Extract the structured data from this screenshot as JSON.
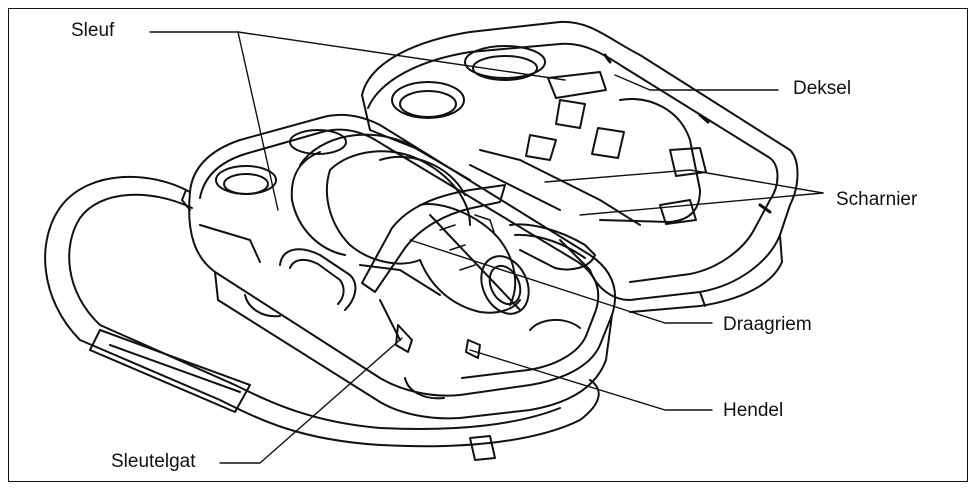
{
  "labels": {
    "sleuf": "Sleuf",
    "deksel": "Deksel",
    "scharnier": "Scharnier",
    "draagriem": "Draagriem",
    "hendel": "Hendel",
    "sleutelgat": "Sleutelgat"
  },
  "colors": {
    "ink": "#111111",
    "background": "#ffffff"
  }
}
